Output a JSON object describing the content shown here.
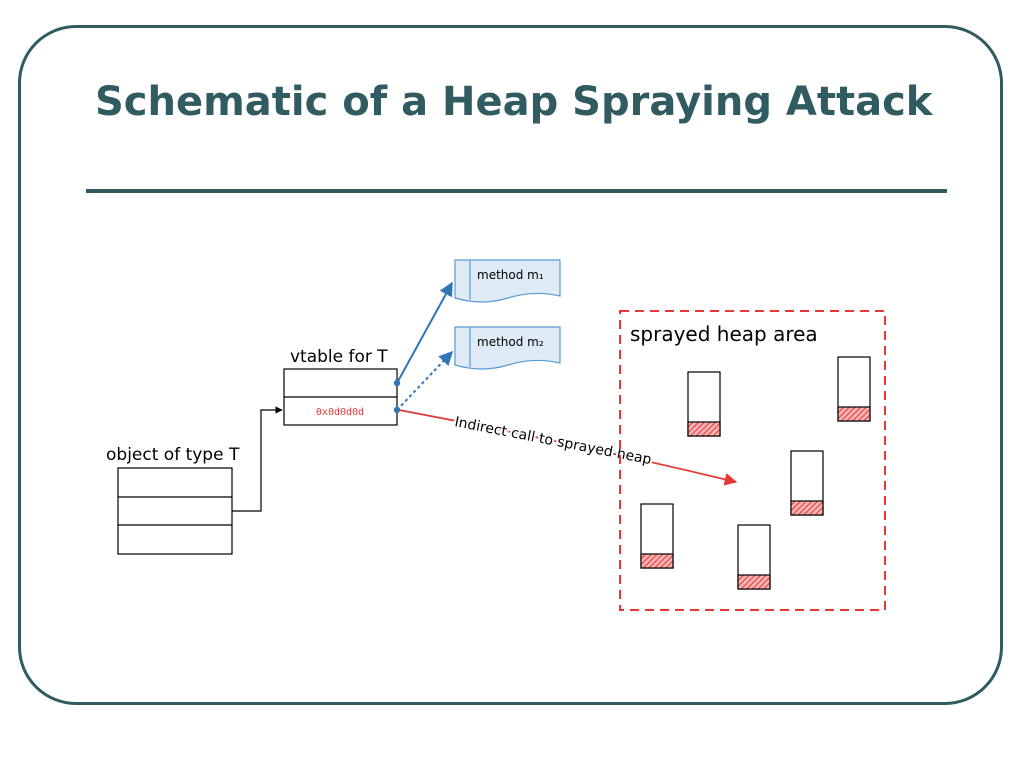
{
  "slide": {
    "title": "Schematic of a Heap Spraying Attack"
  },
  "diagram": {
    "object_label": "object of type T",
    "vtable_label": "vtable for T",
    "vtable_entry_value": "0x0d0d0d",
    "method1_label": "method m₁",
    "method2_label": "method m₂",
    "indirect_call_label": "Indirect call to sprayed heap",
    "sprayed_area_label": "sprayed heap area"
  },
  "colors": {
    "title": "#2f5b61",
    "frame": "#2f5b61",
    "sprayed_area_border": "#e53935",
    "indirect_call_arrow": "#e53935",
    "method_arrows": "#2e75b6",
    "method_doc_fill": "#deeaf6",
    "heap_hatch": "#e53935"
  }
}
